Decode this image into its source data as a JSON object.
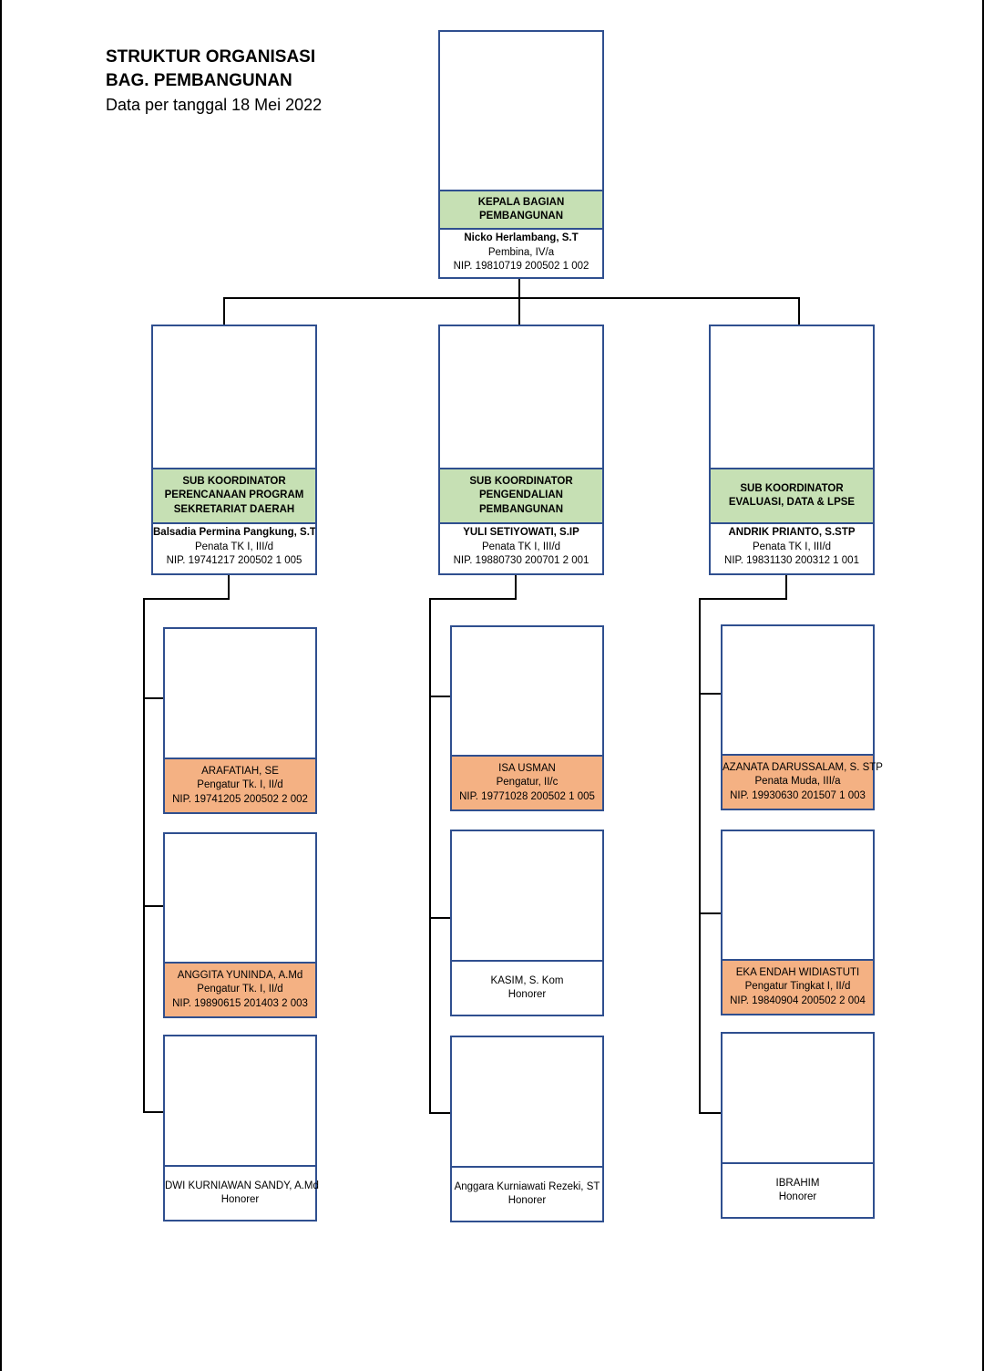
{
  "header": {
    "line1": "STRUKTUR ORGANISASI",
    "line2": "BAG. PEMBANGUNAN",
    "line3": "Data per tanggal 18 Mei 2022"
  },
  "colors": {
    "role_fill": "#c6e0b4",
    "staff_fill": "#f4b183",
    "border": "#2f4f8f"
  },
  "head": {
    "role": [
      "KEPALA  BAGIAN",
      "PEMBANGUNAN"
    ],
    "name": "Nicko Herlambang, S.T",
    "rank": "Pembina, IV/a",
    "nip": "NIP. 19810719 200502 1 002"
  },
  "subs": [
    {
      "role": [
        "SUB KOORDINATOR",
        "PERENCANAAN PROGRAM",
        "SEKRETARIAT DAERAH"
      ],
      "name": "Balsadia Permina Pangkung, S.T",
      "rank": "Penata TK I, III/d",
      "nip": "NIP. 19741217 200502 1 005",
      "staff": [
        {
          "name": "ARAFATIAH, SE",
          "rank": "Pengatur Tk. I, II/d",
          "nip": "NIP. 19741205 200502 2 002"
        },
        {
          "name": "ANGGITA YUNINDA, A.Md",
          "rank": "Pengatur Tk. I, II/d",
          "nip": "NIP. 19890615 201403 2 003"
        },
        {
          "name": "DWI KURNIAWAN SANDY, A.Md",
          "rank": "Honorer"
        }
      ]
    },
    {
      "role": [
        "SUB KOORDINATOR",
        "PENGENDALIAN",
        "PEMBANGUNAN"
      ],
      "name": "YULI SETIYOWATI, S.IP",
      "rank": "Penata TK I, III/d",
      "nip": "NIP. 19880730 200701 2 001",
      "staff": [
        {
          "name": "ISA USMAN",
          "rank": "Pengatur, II/c",
          "nip": "NIP. 19771028 200502 1 005"
        },
        {
          "name": "KASIM, S. Kom",
          "rank": "Honorer"
        },
        {
          "name": "Anggara Kurniawati Rezeki, ST",
          "rank": "Honorer"
        }
      ]
    },
    {
      "role": [
        "SUB KOORDINATOR",
        "EVALUASI, DATA & LPSE"
      ],
      "name": "ANDRIK PRIANTO, S.STP",
      "rank": "Penata TK I, III/d",
      "nip": "NIP. 19831130 200312 1 001",
      "staff": [
        {
          "name": "AZANATA DARUSSALAM, S. STP",
          "rank": "Penata Muda, III/a",
          "nip": "NIP. 19930630 201507 1 003"
        },
        {
          "name": "EKA ENDAH WIDIASTUTI",
          "rank": "Pengatur Tingkat I, II/d",
          "nip": "NIP. 19840904 200502 2 004"
        },
        {
          "name": "IBRAHIM",
          "rank": "Honorer"
        }
      ]
    }
  ]
}
